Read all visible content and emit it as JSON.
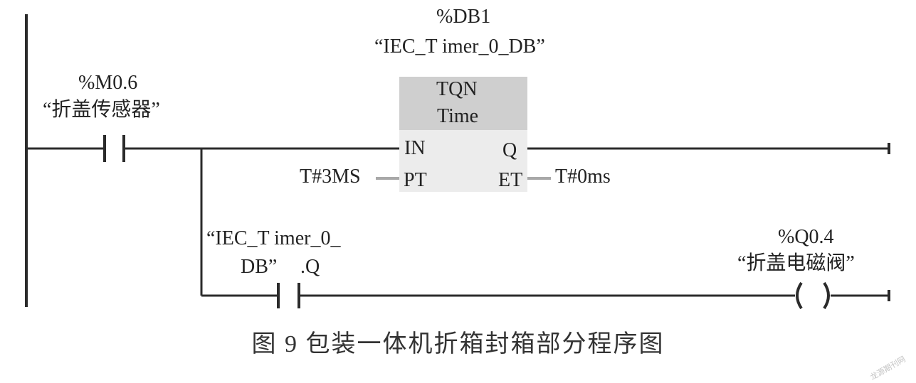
{
  "timer_block": {
    "db_address": "%DB1",
    "db_name": "“IEC_T imer_0_DB”",
    "type": "TQN",
    "subtitle": "Time",
    "pin_in": "IN",
    "pin_q": "Q",
    "pin_pt": "PT",
    "pin_et": "ET",
    "pt_value": "T#3MS",
    "et_value": "T#0ms"
  },
  "input_contact": {
    "address": "%M0.6",
    "name": "“折盖传感器”"
  },
  "timer_q_contact": {
    "name_line1": "“IEC_T imer_0_",
    "name_line2": "DB”",
    "suffix": ".Q"
  },
  "output_coil": {
    "address": "%Q0.4",
    "name": "“折盖电磁阀”"
  },
  "caption": "图 9    包装一体机折箱封箱部分程序图",
  "watermark": "龙源期刊网",
  "colors": {
    "line": "#2b2b2b",
    "block_body": "#ececec",
    "block_header": "#cfcfcf",
    "pin_wire": "#a8a8a8"
  }
}
